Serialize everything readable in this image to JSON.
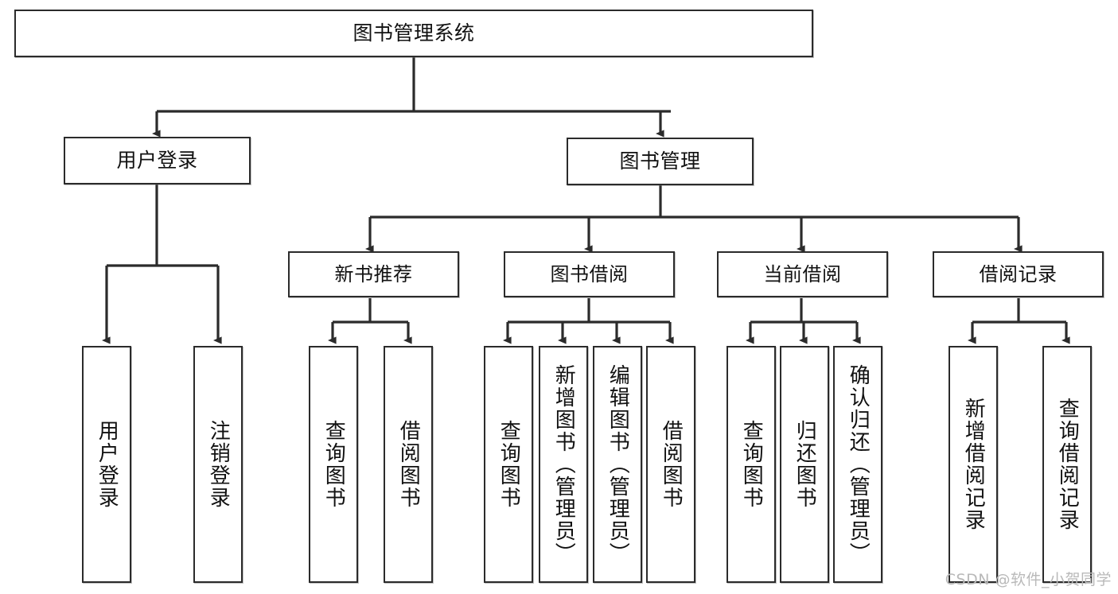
{
  "diagram": {
    "title": "图书管理系统",
    "type": "tree",
    "watermark": "CSDN @软件_小贺同学",
    "nodes": {
      "root": {
        "label": "图书管理系统"
      },
      "login": {
        "label": "用户登录"
      },
      "bookmgmt": {
        "label": "图书管理"
      },
      "newbook": {
        "label": "新书推荐"
      },
      "borrow": {
        "label": "图书借阅"
      },
      "current": {
        "label": "当前借阅"
      },
      "record": {
        "label": "借阅记录"
      },
      "leaf_login_1": {
        "label": "用户登录"
      },
      "leaf_login_2": {
        "label": "注销登录"
      },
      "leaf_new_1": {
        "label": "查询图书"
      },
      "leaf_new_2": {
        "label": "借阅图书"
      },
      "leaf_borrow_1": {
        "label": "查询图书"
      },
      "leaf_borrow_2": {
        "label": "新增图书（管理员）"
      },
      "leaf_borrow_3": {
        "label": "编辑图书（管理员）"
      },
      "leaf_borrow_4": {
        "label": "借阅图书"
      },
      "leaf_cur_1": {
        "label": "查询图书"
      },
      "leaf_cur_2": {
        "label": "归还图书"
      },
      "leaf_cur_3": {
        "label": "确认归还（管理员）"
      },
      "leaf_rec_1": {
        "label": "新增借阅记录"
      },
      "leaf_rec_2": {
        "label": "查询借阅记录"
      }
    },
    "colors": {
      "stroke": "#2b2b2b",
      "fill": "#ffffff",
      "text": "#111111",
      "watermark": "#b9b9b9"
    }
  }
}
